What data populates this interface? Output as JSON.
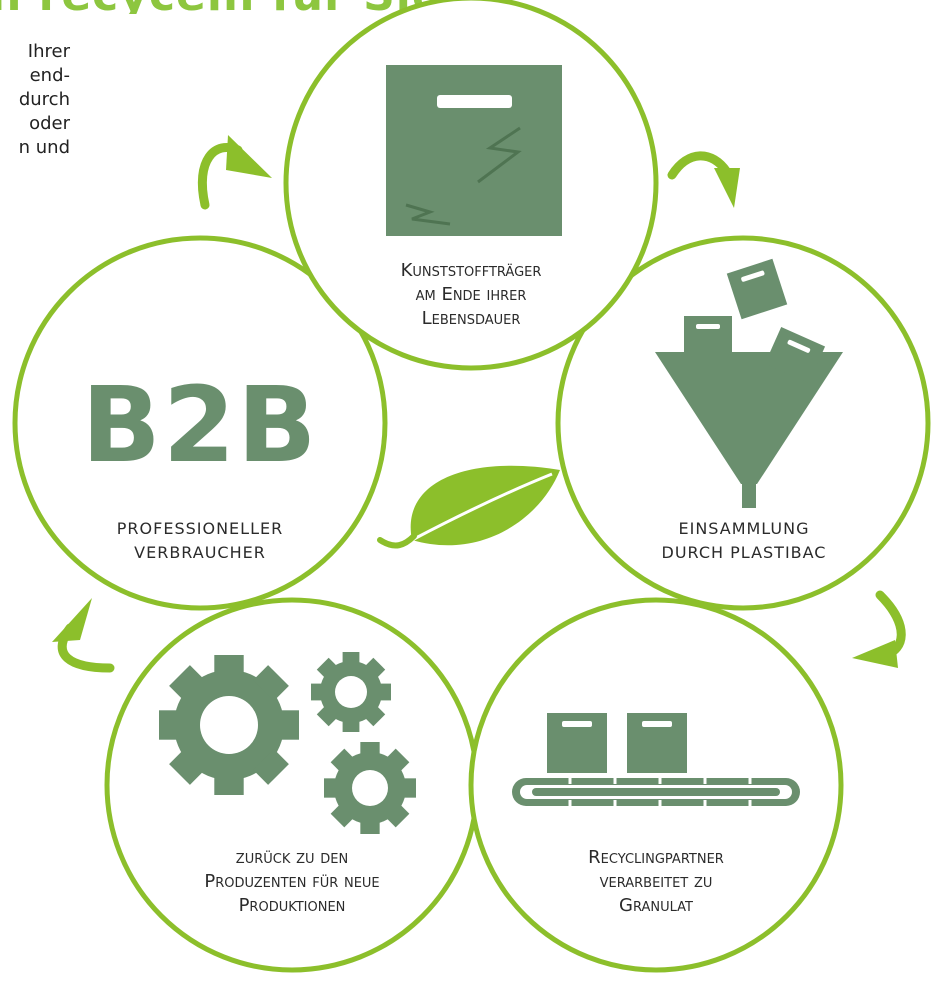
{
  "header": {
    "title": "n recyceln für Sie."
  },
  "intro": {
    "lines": [
      "Ihrer",
      "end-",
      "durch",
      "oder",
      "n und"
    ]
  },
  "colors": {
    "accent": "#8dc63f",
    "ring": "#8cbf2b",
    "shape": "#6a8f6e",
    "text": "#2b2b2b"
  },
  "steps": [
    {
      "id": "end-of-life",
      "icon": "box-icon",
      "lines": [
        "Kunststoffträger",
        "am Ende ihrer",
        "Lebensdauer"
      ]
    },
    {
      "id": "collection",
      "icon": "funnel-icon",
      "lines": [
        "einsammlung",
        "durch plastibac"
      ]
    },
    {
      "id": "recycling",
      "icon": "conveyor-belt-icon",
      "lines": [
        "Recyclingpartner",
        "verarbeitet zu",
        "Granulat"
      ]
    },
    {
      "id": "production",
      "icon": "gears-icon",
      "lines": [
        "zurück zu den",
        "Produzenten für neue",
        "Produktionen"
      ]
    },
    {
      "id": "b2b",
      "icon": "b2b-label",
      "badge": "B2B",
      "lines": [
        "professioneller",
        "verbraucher"
      ]
    }
  ]
}
